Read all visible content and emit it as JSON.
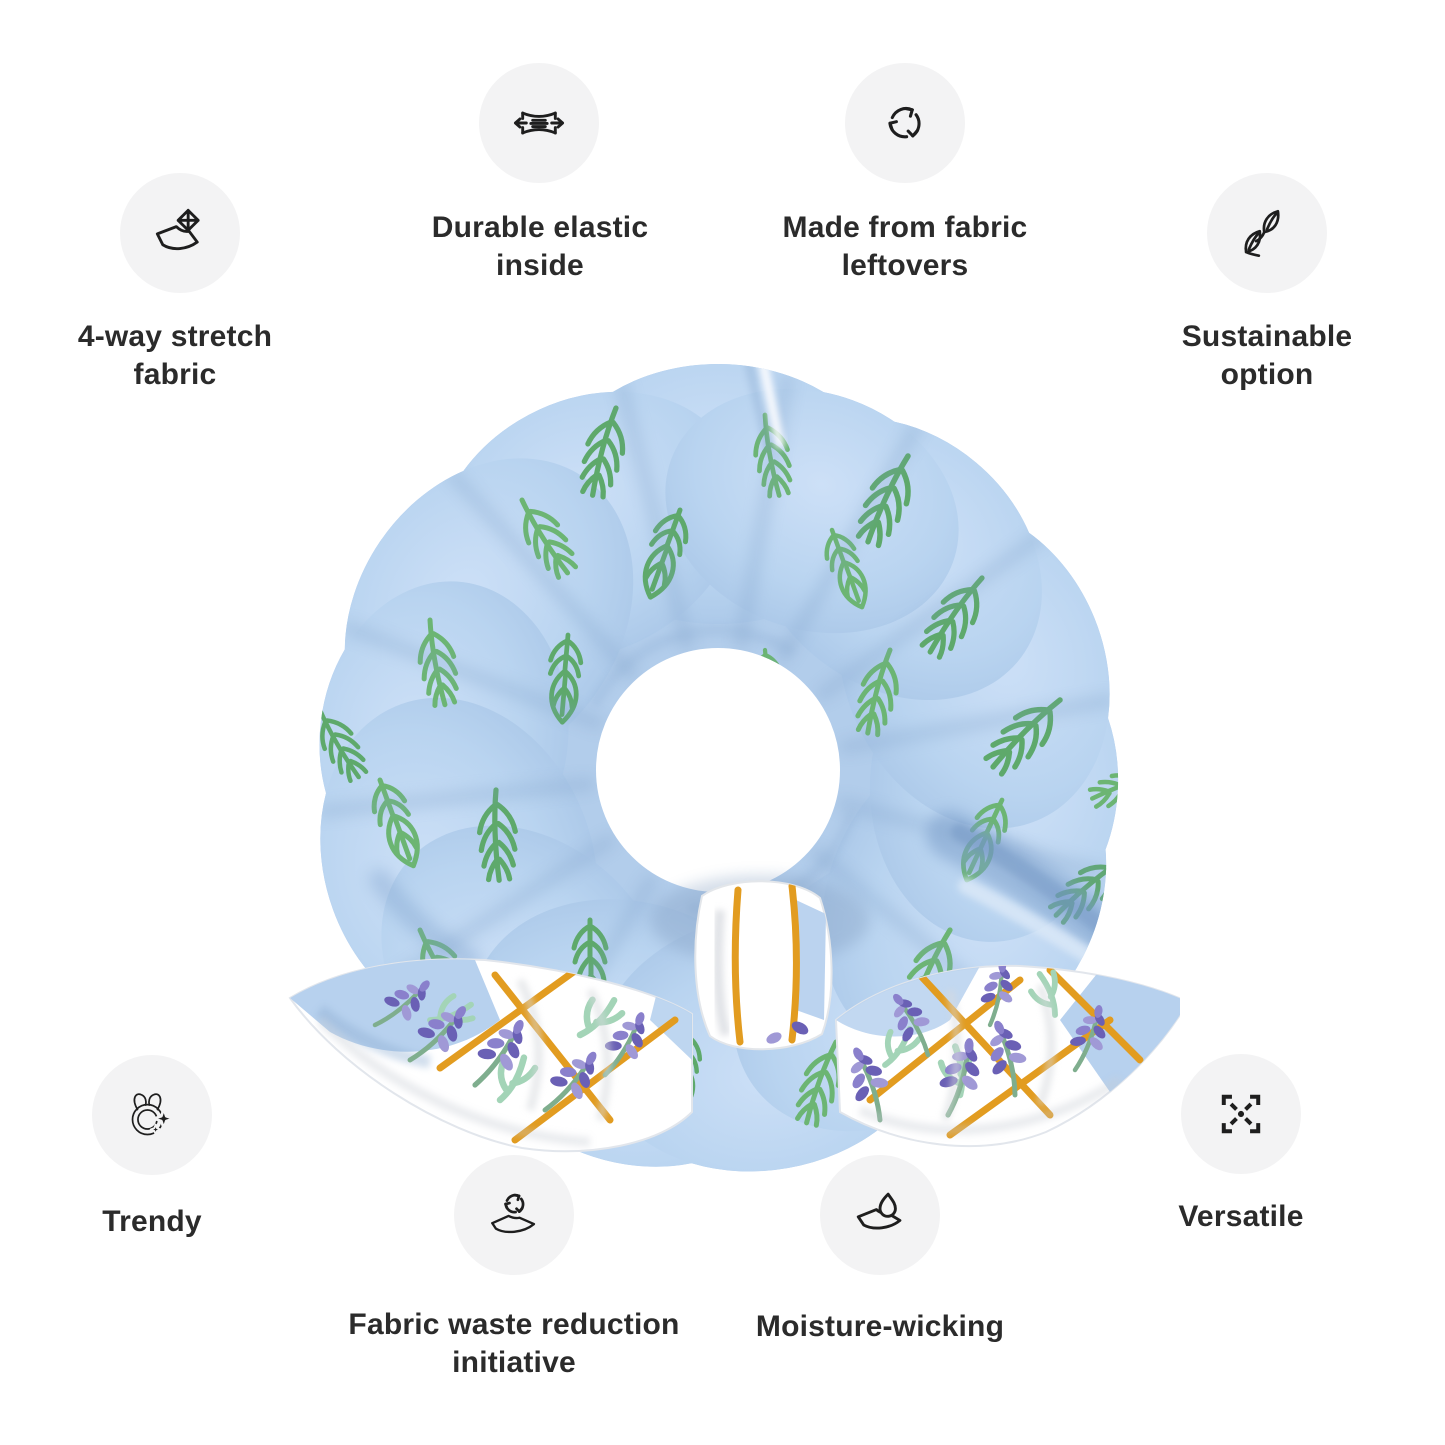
{
  "page": {
    "background": "#ffffff"
  },
  "product_photo": {
    "item": "patterned-scrunchie-with-bow",
    "colors": {
      "fabric_blue": "#b6d1ee",
      "fabric_blue_shadow": "#86a7cf",
      "leaf_green": "#62ad6d",
      "bow_white": "#ffffff",
      "bow_gold": "#e29c20",
      "lavender_dark": "#6a60b5",
      "lavender_light": "#a099d6",
      "mint_stem": "#a3d4b7"
    }
  },
  "ui": {
    "badge_background": "#f3f3f4",
    "label_color": "#2b2b2b",
    "icon_color": "#1e1e1e"
  },
  "features": [
    {
      "id": "stretch",
      "label": "4-way stretch\nfabric",
      "icon": "stretch-fabric-icon"
    },
    {
      "id": "elastic",
      "label": "Durable elastic\ninside",
      "icon": "elastic-band-icon"
    },
    {
      "id": "leftovers",
      "label": "Made from fabric\nleftovers",
      "icon": "recycle-arrows-icon"
    },
    {
      "id": "sustainable",
      "label": "Sustainable\noption",
      "icon": "leaves-icon"
    },
    {
      "id": "trendy",
      "label": "Trendy",
      "icon": "scrunchie-sparkle-icon"
    },
    {
      "id": "waste-reduction",
      "label": "Fabric waste reduction\ninitiative",
      "icon": "fabric-recycle-icon"
    },
    {
      "id": "moisture",
      "label": "Moisture-wicking",
      "icon": "fabric-droplet-icon"
    },
    {
      "id": "versatile",
      "label": "Versatile",
      "icon": "expand-arrows-icon"
    }
  ]
}
